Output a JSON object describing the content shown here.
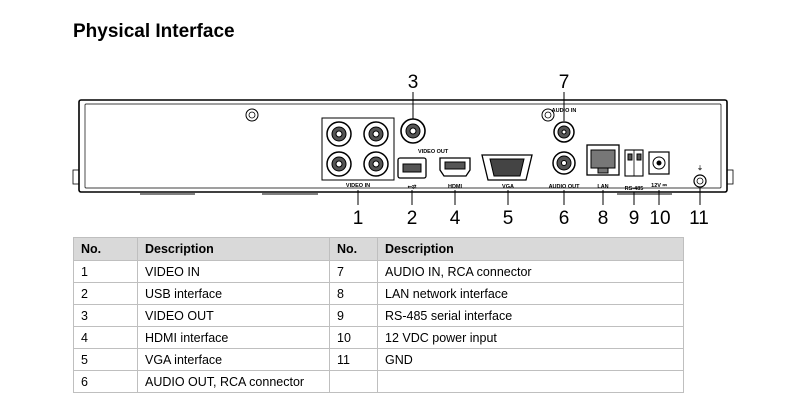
{
  "title": "Physical Interface",
  "diagram": {
    "callouts": [
      "3",
      "7",
      "1",
      "2",
      "4",
      "5",
      "6",
      "8",
      "9",
      "10",
      "11"
    ],
    "port_labels": {
      "video_in": "VIDEO IN",
      "video_out": "VIDEO OUT",
      "usb": "⭠⇄",
      "hdmi": "HDMI",
      "vga": "VGA",
      "audio_in": "AUDIO IN",
      "audio_out": "AUDIO OUT",
      "lan": "LAN",
      "rs485": "RS-485",
      "power": "12V ⎓",
      "gnd": "⏚"
    }
  },
  "table": {
    "headers": [
      "No.",
      "Description",
      "No.",
      "Description"
    ],
    "rows": [
      [
        "1",
        "VIDEO IN",
        "7",
        "AUDIO IN, RCA connector"
      ],
      [
        "2",
        "USB interface",
        "8",
        "LAN network interface"
      ],
      [
        "3",
        "VIDEO OUT",
        "9",
        "RS-485 serial interface"
      ],
      [
        "4",
        "HDMI interface",
        "10",
        "12 VDC power input"
      ],
      [
        "5",
        "VGA interface",
        "11",
        "GND"
      ],
      [
        "6",
        "AUDIO OUT, RCA connector",
        "",
        ""
      ]
    ]
  }
}
